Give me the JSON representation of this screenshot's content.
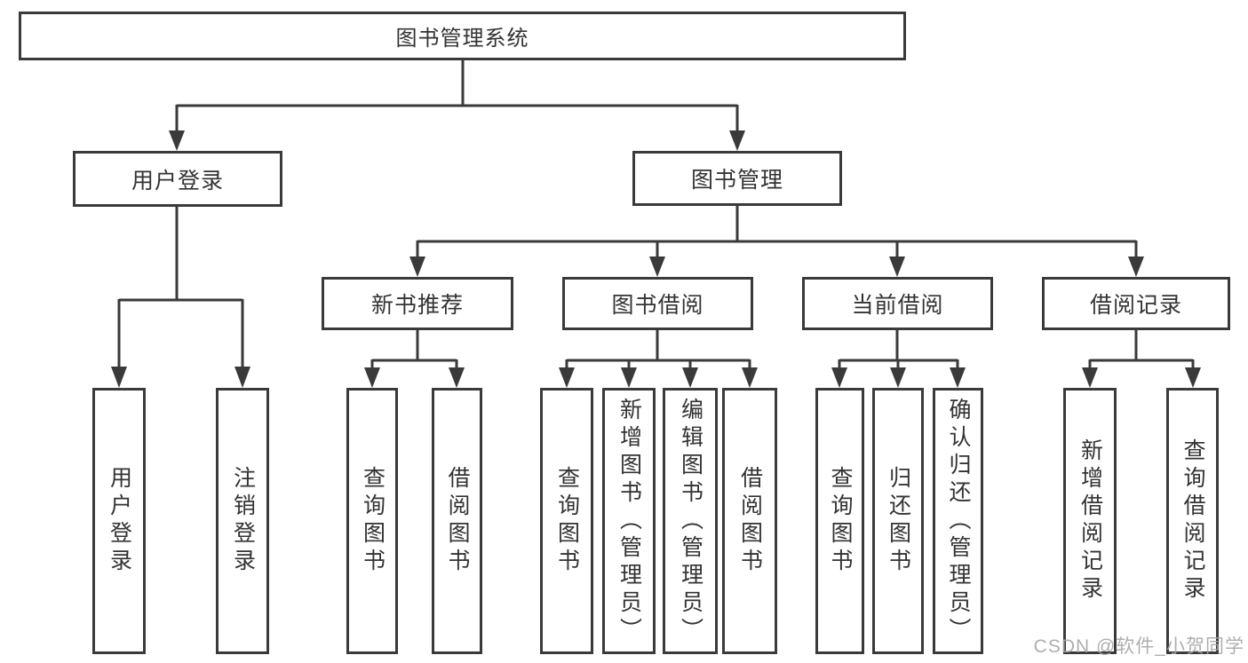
{
  "diagram_type": "hierarchy-tree",
  "watermark": "CSDN @软件_小贺同学",
  "colors": {
    "line": "#3a3a3a",
    "text": "#333333",
    "background": "#ffffff",
    "watermark": "#a6a6a6"
  },
  "tree": {
    "root": {
      "label": "图书管理系统",
      "children": [
        {
          "label": "用户登录",
          "children": [
            {
              "label": "用户登录"
            },
            {
              "label": "注销登录"
            }
          ]
        },
        {
          "label": "图书管理",
          "children": [
            {
              "label": "新书推荐",
              "children": [
                {
                  "label": "查询图书"
                },
                {
                  "label": "借阅图书"
                }
              ]
            },
            {
              "label": "图书借阅",
              "children": [
                {
                  "label": "查询图书"
                },
                {
                  "label": "新增图书（管理员）"
                },
                {
                  "label": "编辑图书（管理员）"
                },
                {
                  "label": "借阅图书"
                }
              ]
            },
            {
              "label": "当前借阅",
              "children": [
                {
                  "label": "查询图书"
                },
                {
                  "label": "归还图书"
                },
                {
                  "label": "确认归还（管理员）"
                }
              ]
            },
            {
              "label": "借阅记录",
              "children": [
                {
                  "label": "新增借阅记录"
                },
                {
                  "label": "查询借阅记录"
                }
              ]
            }
          ]
        }
      ]
    }
  }
}
